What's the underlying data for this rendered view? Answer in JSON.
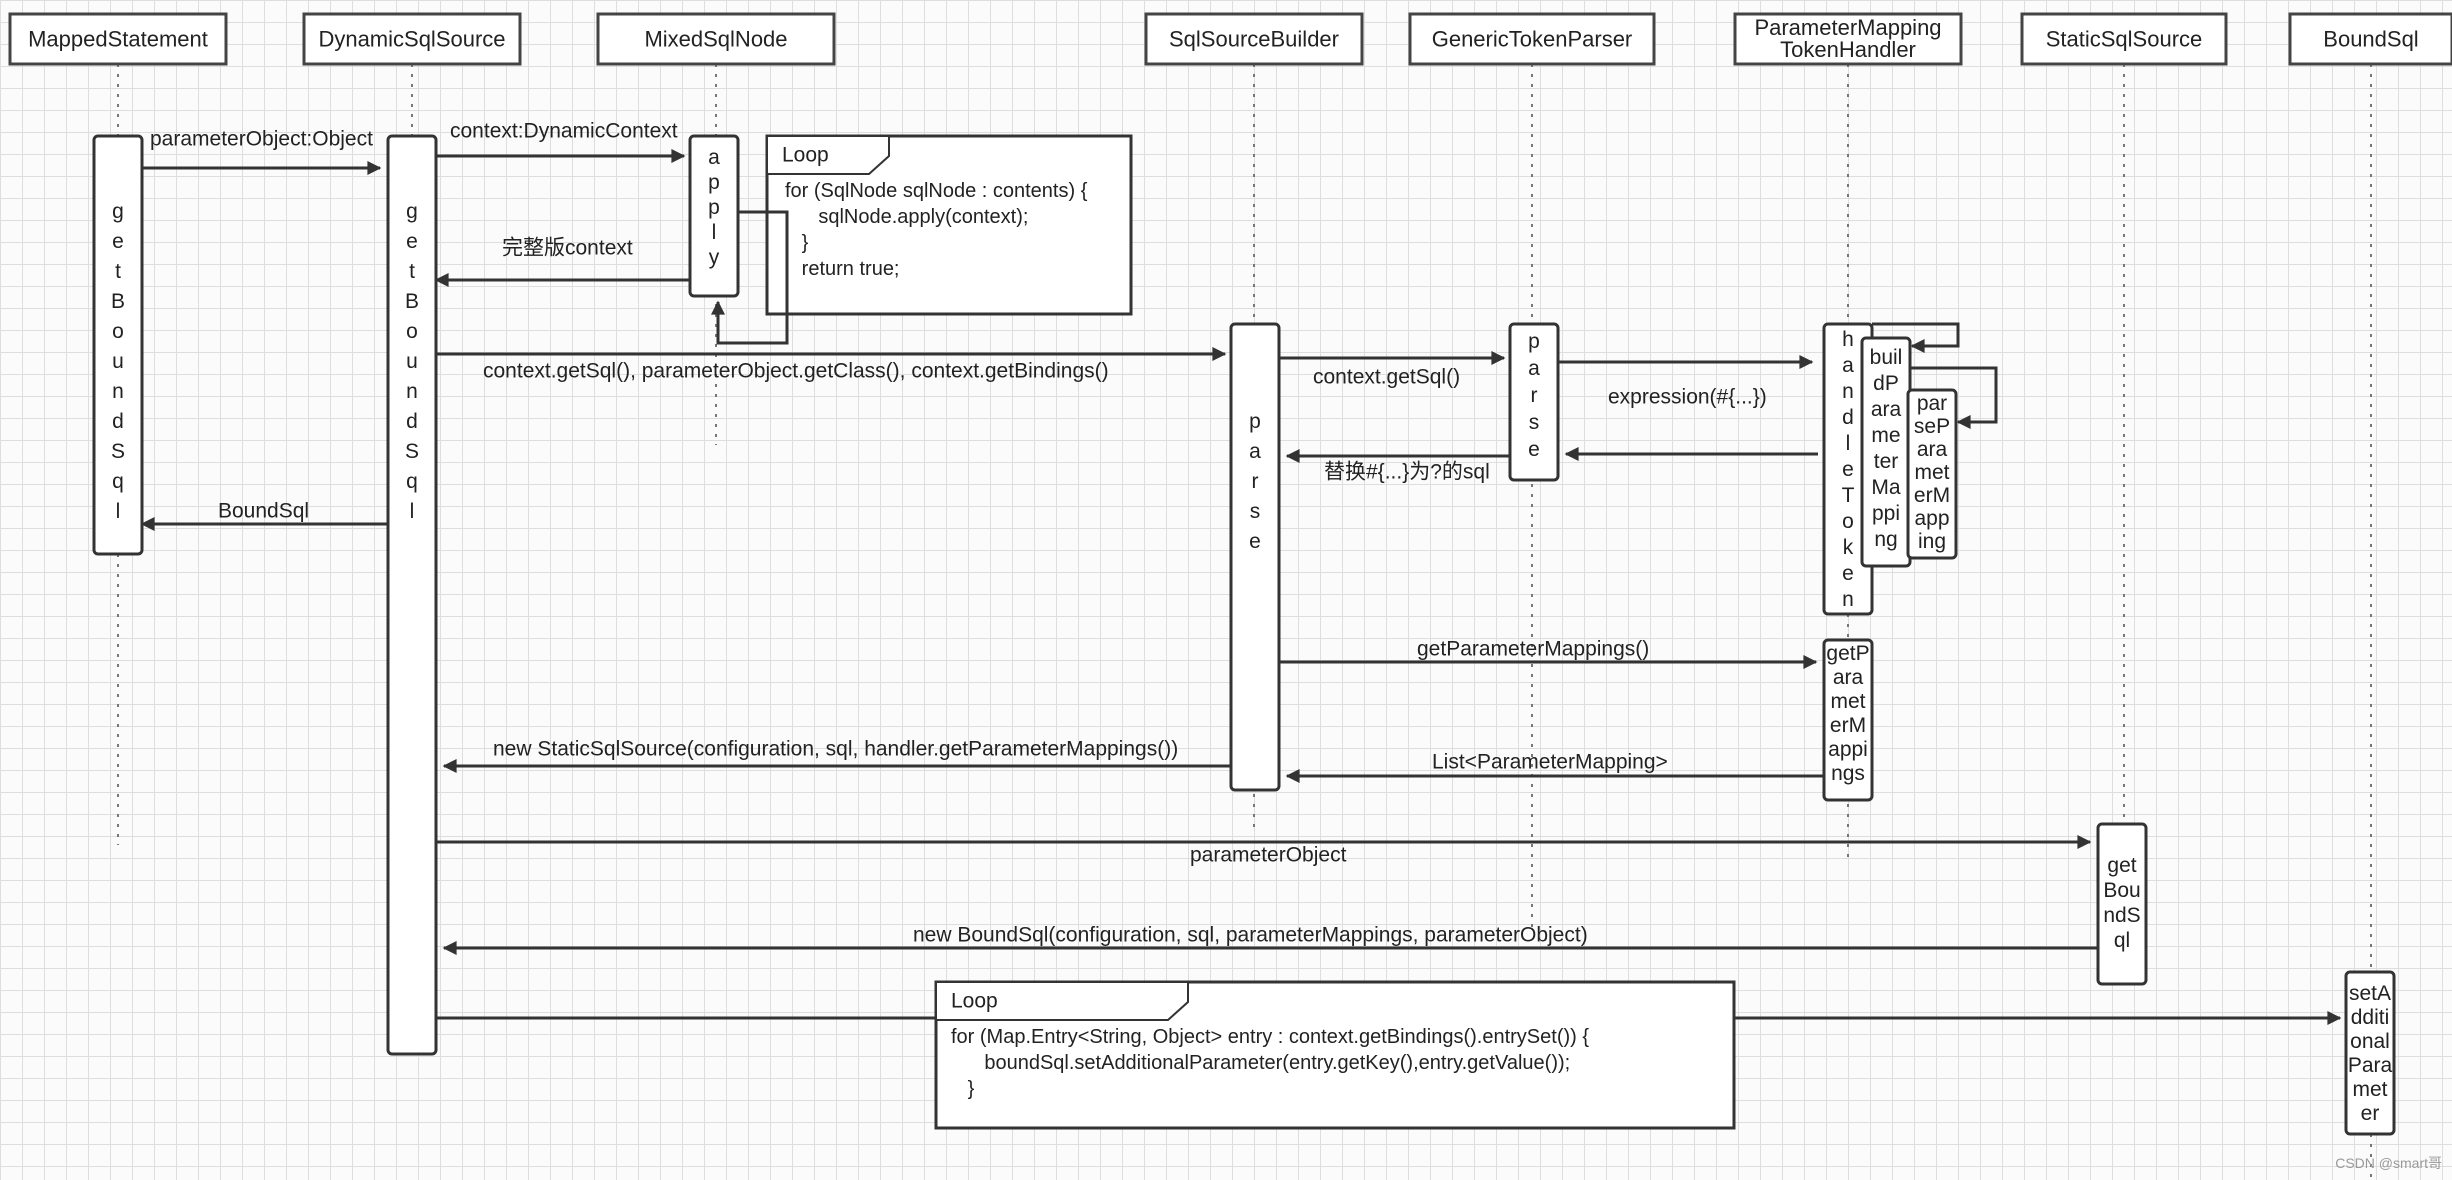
{
  "participants": [
    {
      "name": "MappedStatement"
    },
    {
      "name": "DynamicSqlSource"
    },
    {
      "name": "MixedSqlNode"
    },
    {
      "name": "SqlSourceBuilder"
    },
    {
      "name": "GenericTokenParser"
    },
    {
      "name": "ParameterMapping\nTokenHandler"
    },
    {
      "name": "StaticSqlSource"
    },
    {
      "name": "BoundSql"
    }
  ],
  "activations": [
    {
      "name": "getBoundSql",
      "layout": "chars"
    },
    {
      "name": "getBoundSql",
      "layout": "chars"
    },
    {
      "name": "apply",
      "layout": "chars"
    },
    {
      "name": "parse",
      "layout": "chars"
    },
    {
      "name": "parse",
      "layout": "chars"
    },
    {
      "name": "handleToken",
      "layout": "chars"
    },
    {
      "name": "buildParameterMapping",
      "layout": "wrap",
      "lines": [
        "buil",
        "dP",
        "ara",
        "me",
        "ter",
        "Ma",
        "ppi",
        "ng"
      ]
    },
    {
      "name": "parseParameterMapping",
      "layout": "wrap",
      "lines": [
        "par",
        "seP",
        "ara",
        "met",
        "erM",
        "app",
        "ing"
      ]
    },
    {
      "name": "getParameterMappings",
      "layout": "wrap",
      "lines": [
        "getP",
        "ara",
        "met",
        "erM",
        "appi",
        "ngs"
      ]
    },
    {
      "name": "getBoundSql",
      "layout": "wrap",
      "lines": [
        "get",
        "Bou",
        "ndS",
        "ql"
      ]
    },
    {
      "name": "setAdditionalParameter",
      "layout": "wrap",
      "lines": [
        "setA",
        "dditi",
        "onal",
        "Para",
        "met",
        "er"
      ]
    }
  ],
  "messages": [
    {
      "label": "parameterObject:Object"
    },
    {
      "label": "context:DynamicContext"
    },
    {
      "label": "完整版context"
    },
    {
      "label": "context.getSql(), parameterObject.getClass(), context.getBindings()"
    },
    {
      "label": "BoundSql"
    },
    {
      "label": "context.getSql()"
    },
    {
      "label": "expression(#{...})"
    },
    {
      "label": "替换#{...}为?的sql"
    },
    {
      "label": "getParameterMappings()"
    },
    {
      "label": "List<ParameterMapping>"
    },
    {
      "label": "new StaticSqlSource(configuration, sql, handler.getParameterMappings())"
    },
    {
      "label": "parameterObject"
    },
    {
      "label": "new BoundSql(configuration, sql, parameterMappings, parameterObject)"
    }
  ],
  "loops": [
    {
      "title": "Loop",
      "lines": [
        "for (SqlNode sqlNode : contents) {",
        "      sqlNode.apply(context);",
        "   }",
        "   return true;"
      ]
    },
    {
      "title": "Loop",
      "lines": [
        "for (Map.Entry<String, Object> entry : context.getBindings().entrySet()) {",
        "      boundSql.setAdditionalParameter(entry.getKey(),entry.getValue());",
        "   }"
      ]
    }
  ],
  "watermark": "CSDN @smart哥"
}
